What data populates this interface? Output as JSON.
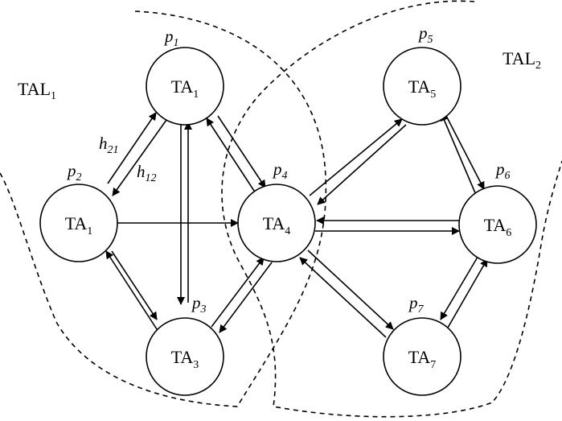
{
  "tal_regions": [
    {
      "main": "TAL",
      "sub": "1"
    },
    {
      "main": "TAL",
      "sub": "2"
    }
  ],
  "nodes": [
    {
      "id": "n2",
      "main": "TA",
      "sub": "1",
      "p_main": "p",
      "p_sub": "2"
    },
    {
      "id": "n1",
      "main": "TA",
      "sub": "1",
      "p_main": "p",
      "p_sub": "1"
    },
    {
      "id": "n3",
      "main": "TA",
      "sub": "3",
      "p_main": "p",
      "p_sub": "3"
    },
    {
      "id": "n4",
      "main": "TA",
      "sub": "4",
      "p_main": "p",
      "p_sub": "4"
    },
    {
      "id": "n5",
      "main": "TA",
      "sub": "5",
      "p_main": "p",
      "p_sub": "5"
    },
    {
      "id": "n6",
      "main": "TA",
      "sub": "6",
      "p_main": "p",
      "p_sub": "6"
    },
    {
      "id": "n7",
      "main": "TA",
      "sub": "7",
      "p_main": "p",
      "p_sub": "7"
    }
  ],
  "edge_labels": [
    {
      "main": "h",
      "sub": "21"
    },
    {
      "main": "h",
      "sub": "12"
    }
  ],
  "colors": {
    "stroke": "#000000",
    "background": "#ffffff"
  }
}
